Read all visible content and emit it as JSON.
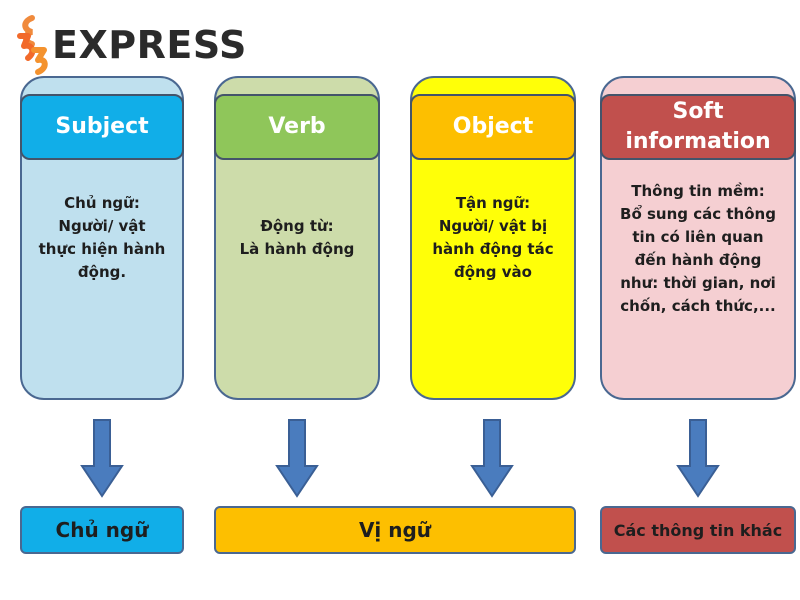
{
  "logo": {
    "text": "EXPRESS"
  },
  "columns": [
    {
      "title": "Subject",
      "description": "Chủ ngữ:\nNgười/ vật\nthực hiện hành\nđộng.",
      "card_color": "#bfe0ee",
      "header_color": "#11aee8"
    },
    {
      "title": "Verb",
      "description": "Động từ:\nLà hành động",
      "card_color": "#cddcaa",
      "header_color": "#8fc65a"
    },
    {
      "title": "Object",
      "description": "Tận ngữ:\nNgười/ vật bị\nhành động tác\nđộng vào",
      "card_color": "#ffff08",
      "header_color": "#fdbf00"
    },
    {
      "title": "Soft\ninformation",
      "description": "Thông tin mềm:\nBổ sung các thông\ntin có liên quan\nđến hành động\nnhư: thời gian, nơi\nchốn, cách thức,...",
      "card_color": "#f5cfd2",
      "header_color": "#c1504d"
    }
  ],
  "bottom": [
    {
      "label": "Chủ ngữ",
      "color": "#11aee8"
    },
    {
      "label": "Vị ngữ",
      "color": "#fdbf00"
    },
    {
      "label": "Các thông tin khác",
      "color": "#c1504d"
    }
  ],
  "arrow_color": "#4a7cbe"
}
